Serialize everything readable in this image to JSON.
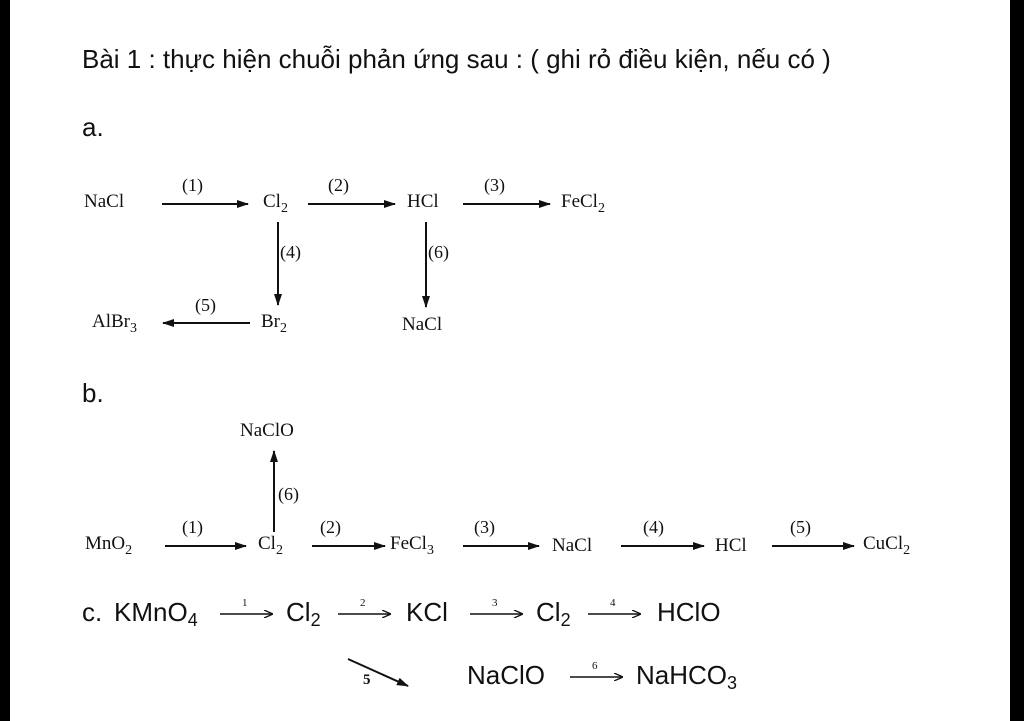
{
  "title": "Bài 1 : thực hiện chuỗi phản ứng sau : ( ghi rỏ điều kiện, nếu có )",
  "part_a": {
    "label": "a.",
    "nacl_start": "NaCl",
    "cl2": {
      "base": "Cl",
      "sub": "2"
    },
    "hcl": "HCl",
    "fecl2": {
      "base": "FeCl",
      "sub": "2"
    },
    "albr3": {
      "base": "AlBr",
      "sub": "3"
    },
    "br2": {
      "base": "Br",
      "sub": "2"
    },
    "nacl_end": "NaCl",
    "steps": [
      "(1)",
      "(2)",
      "(3)",
      "(4)",
      "(5)",
      "(6)"
    ]
  },
  "part_b": {
    "label": "b.",
    "naclo": "NaClO",
    "mno2": {
      "base": "MnO",
      "sub": "2"
    },
    "cl2": {
      "base": "Cl",
      "sub": "2"
    },
    "fecl3": {
      "base": "FeCl",
      "sub": "3"
    },
    "nacl": "NaCl",
    "hcl": "HCl",
    "cucl2": {
      "base": "CuCl",
      "sub": "2"
    },
    "steps": [
      "(1)",
      "(2)",
      "(3)",
      "(4)",
      "(5)",
      "(6)"
    ]
  },
  "part_c": {
    "label": "c.",
    "kmno4": {
      "base": "KMnO",
      "sub": "4"
    },
    "cl2_a": {
      "base": "Cl",
      "sub": "2"
    },
    "kcl": "KCl",
    "cl2_b": {
      "base": "Cl",
      "sub": "2"
    },
    "hclo": "HClO",
    "naclo": "NaClO",
    "nahco3": {
      "base": "NaHCO",
      "sub": "3"
    },
    "steps": [
      "1",
      "2",
      "3",
      "4",
      "5",
      "6"
    ]
  }
}
